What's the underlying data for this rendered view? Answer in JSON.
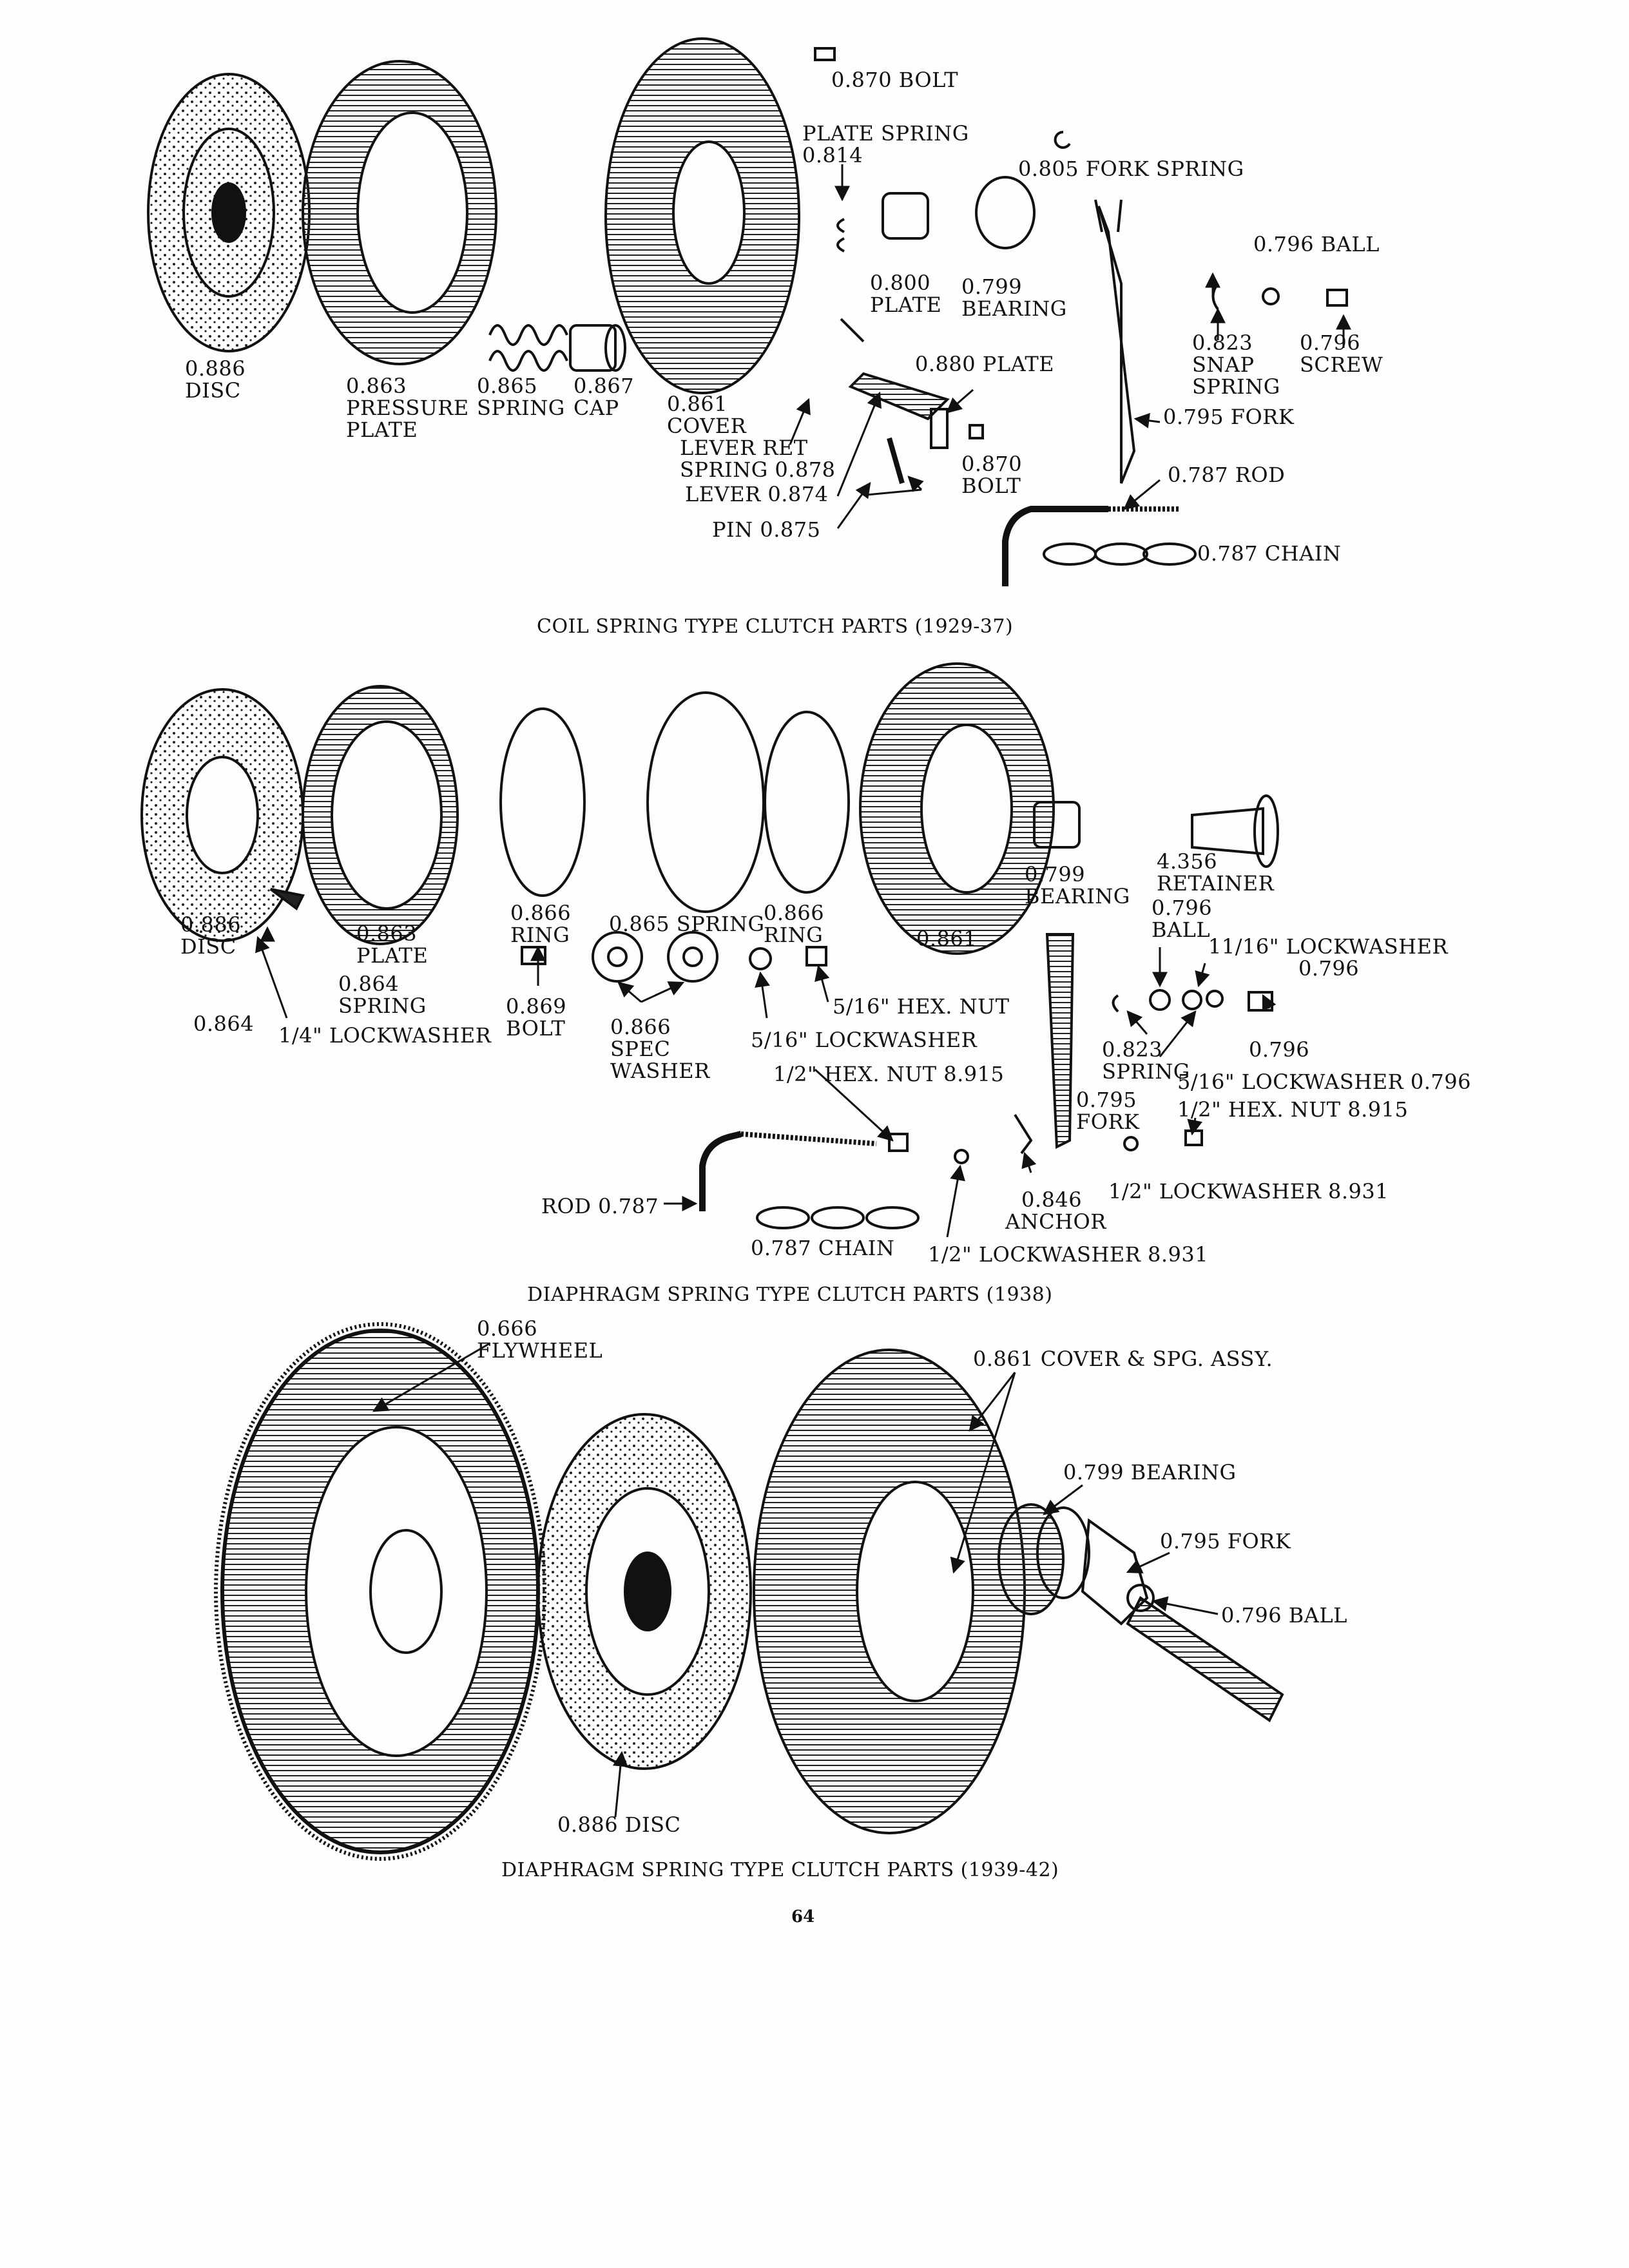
{
  "sections": [
    {
      "caption": "COIL SPRING TYPE CLUTCH PARTS (1929-37)",
      "labels": [
        [
          "0.870 BOLT"
        ],
        [
          "PLATE SPRING",
          "0.814"
        ],
        [
          "0.805 FORK SPRING"
        ],
        [
          "0.796 BALL"
        ],
        [
          "0.800",
          "PLATE"
        ],
        [
          "0.799",
          "BEARING"
        ],
        [
          "0.823",
          "SNAP",
          "SPRING"
        ],
        [
          "0.796",
          "SCREW"
        ],
        [
          "0.886",
          "DISC"
        ],
        [
          "0.863",
          "PRESSURE",
          "PLATE"
        ],
        [
          "0.865",
          "SPRING"
        ],
        [
          "0.867",
          "CAP"
        ],
        [
          "0.861",
          "COVER"
        ],
        [
          "0.880 PLATE"
        ],
        [
          "LEVER RET",
          "SPRING 0.878"
        ],
        [
          "LEVER 0.874"
        ],
        [
          "PIN 0.875"
        ],
        [
          "0.870",
          "BOLT"
        ],
        [
          "0.795 FORK"
        ],
        [
          "0.787 ROD"
        ],
        [
          "0.787 CHAIN"
        ]
      ]
    },
    {
      "caption": "DIAPHRAGM SPRING TYPE CLUTCH PARTS (1938)",
      "labels": [
        [
          "0.886",
          "DISC"
        ],
        [
          "0.863",
          "PLATE"
        ],
        [
          "0.864",
          "SPRING"
        ],
        [
          "0.864"
        ],
        [
          "1/4\" LOCKWASHER"
        ],
        [
          "0.866",
          "RING"
        ],
        [
          "0.869",
          "BOLT"
        ],
        [
          "0.865 SPRING"
        ],
        [
          "0.866",
          "RING"
        ],
        [
          "0.866",
          "SPEC",
          "WASHER"
        ],
        [
          "5/16\" HEX. NUT"
        ],
        [
          "5/16\" LOCKWASHER"
        ],
        [
          "1/2\" HEX. NUT 8.915"
        ],
        [
          "0.861"
        ],
        [
          "0.799",
          "BEARING"
        ],
        [
          "4.356",
          "RETAINER"
        ],
        [
          "0.796",
          "BALL"
        ],
        [
          "11/16\" LOCKWASHER",
          "0.796"
        ],
        [
          "0.823",
          "SPRING"
        ],
        [
          "0.796"
        ],
        [
          "5/16\" LOCKWASHER 0.796"
        ],
        [
          "1/2\" HEX. NUT 8.915"
        ],
        [
          "0.795",
          "FORK"
        ],
        [
          "0.846",
          "ANCHOR"
        ],
        [
          "1/2\" LOCKWASHER 8.931"
        ],
        [
          "ROD 0.787"
        ],
        [
          "0.787 CHAIN"
        ],
        [
          "1/2\" LOCKWASHER 8.931"
        ]
      ]
    },
    {
      "caption": "DIAPHRAGM SPRING TYPE CLUTCH PARTS (1939-42)",
      "labels": [
        [
          "0.666",
          "FLYWHEEL"
        ],
        [
          "0.861 COVER & SPG. ASSY."
        ],
        [
          "0.799 BEARING"
        ],
        [
          "0.795 FORK"
        ],
        [
          "0.796 BALL"
        ],
        [
          "0.886 DISC"
        ]
      ]
    }
  ],
  "page_number": "64"
}
